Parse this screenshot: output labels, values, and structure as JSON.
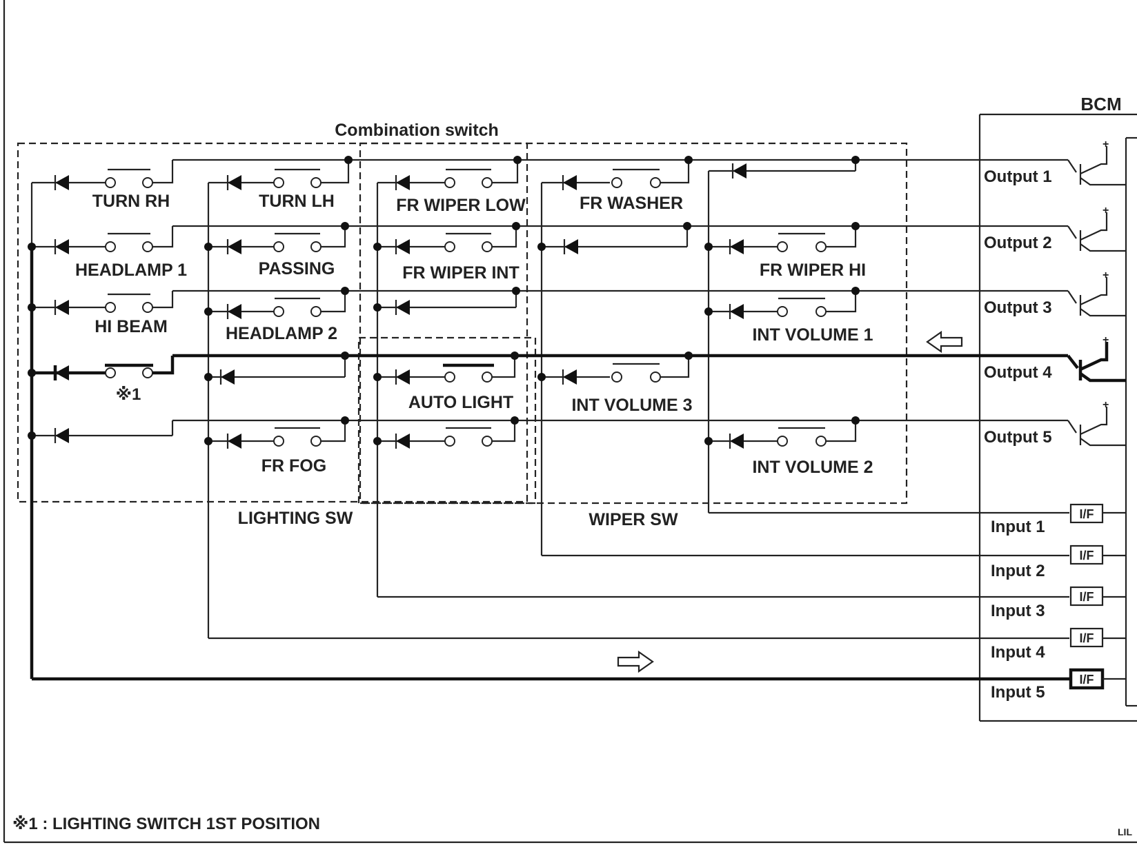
{
  "title": "Combination switch",
  "bcm_label": "BCM",
  "groups": {
    "lighting": "LIGHTING SW",
    "wiper": "WIPER SW"
  },
  "switches": {
    "turn_rh": "TURN RH",
    "turn_lh": "TURN LH",
    "fr_wiper_low": "FR WIPER LOW",
    "fr_washer": "FR WASHER",
    "headlamp1": "HEADLAMP 1",
    "passing": "PASSING",
    "fr_wiper_int": "FR WIPER INT",
    "fr_wiper_hi": "FR WIPER HI",
    "hi_beam": "HI BEAM",
    "headlamp2": "HEADLAMP 2",
    "int_volume1": "INT VOLUME 1",
    "note_marker": "※1",
    "auto_light": "AUTO LIGHT",
    "int_volume3": "INT VOLUME 3",
    "fr_fog": "FR FOG",
    "int_volume2": "INT VOLUME 2"
  },
  "outputs": [
    "Output 1",
    "Output 2",
    "Output 3",
    "Output 4",
    "Output 5"
  ],
  "inputs": [
    "Input 1",
    "Input 2",
    "Input 3",
    "Input 4",
    "Input 5"
  ],
  "interface_label": "I/F",
  "footnote": "※1 : LIGHTING SWITCH 1ST POSITION",
  "corner_code": "LIL"
}
